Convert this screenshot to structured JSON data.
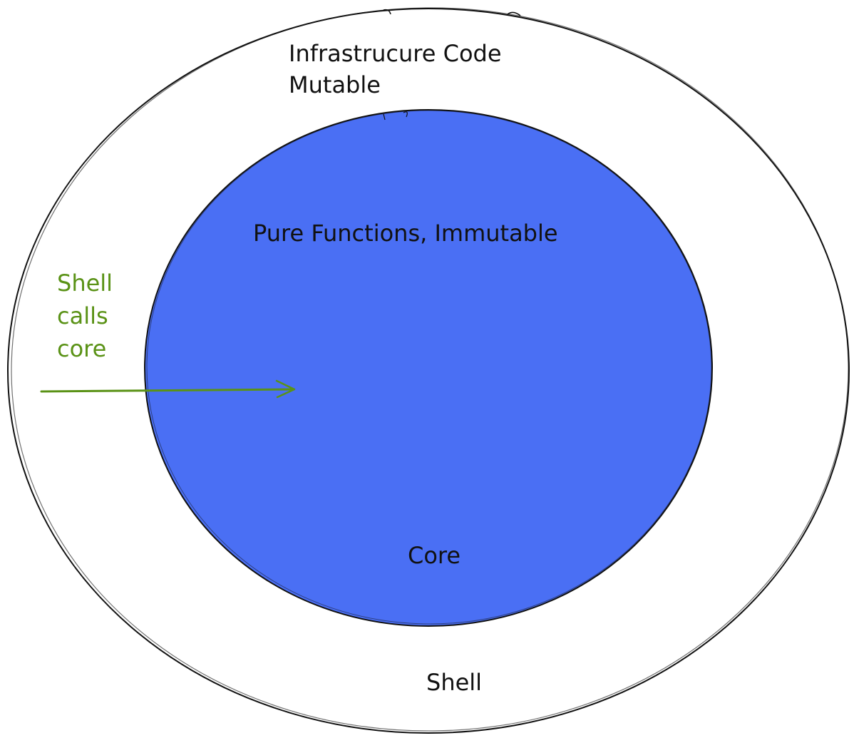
{
  "shell": {
    "label": "Shell",
    "title_line1": "Infrastrucure Code",
    "title_line2": "Mutable"
  },
  "core": {
    "label": "Core",
    "description": "Pure Functions, Immutable"
  },
  "annotation": {
    "line1": "Shell",
    "line2": "calls",
    "line3": "core"
  },
  "colors": {
    "core_fill": "#4a6ff4",
    "stroke": "#111111",
    "arrow": "#5a9216",
    "background": "#ffffff"
  }
}
